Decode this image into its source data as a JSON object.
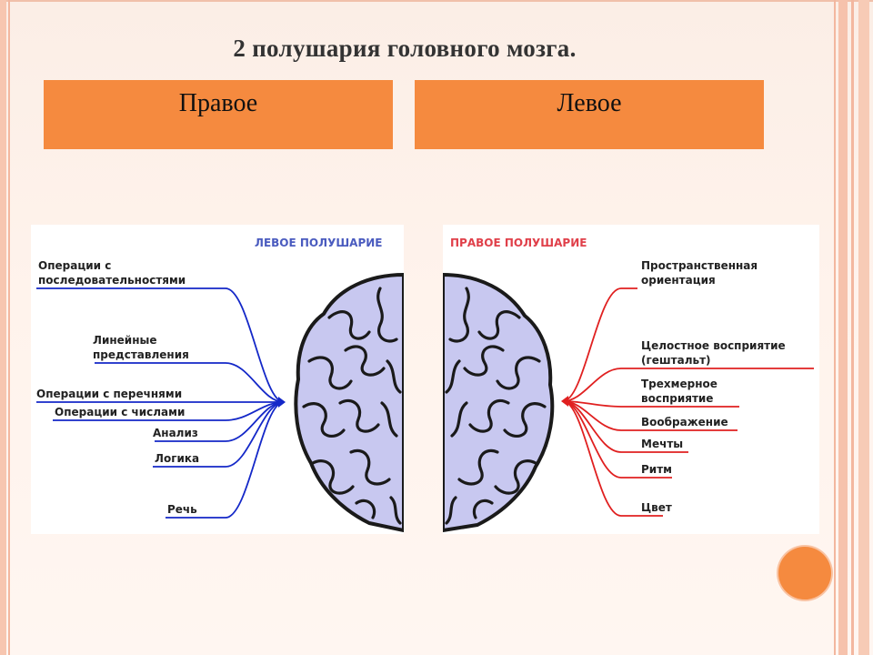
{
  "title": "2 полушария головного мозга.",
  "headers": {
    "right": "Правое",
    "left": "Левое"
  },
  "left_panel": {
    "title": "ЛЕВОЕ ПОЛУШАРИЕ",
    "title_color": "#4a5bbf",
    "line_color": "#1428c8",
    "labels": [
      [
        "Операции с",
        "последовательностями"
      ],
      [
        "Линейные",
        "представления"
      ],
      [
        "Операции с перечнями"
      ],
      [
        "Операции с числами"
      ],
      [
        "Анализ"
      ],
      [
        "Логика"
      ],
      [
        "Речь"
      ]
    ]
  },
  "right_panel": {
    "title": "ПРАВОЕ ПОЛУШАРИЕ",
    "title_color": "#e0404a",
    "line_color": "#e02020",
    "labels": [
      [
        "Пространственная",
        "ориентация"
      ],
      [
        "Целостное восприятие",
        "(гештальт)"
      ],
      [
        "Трехмерное",
        "восприятие"
      ],
      [
        "Воображение"
      ],
      [
        "Мечты"
      ],
      [
        "Ритм"
      ],
      [
        "Цвет"
      ]
    ]
  },
  "colors": {
    "accent": "#f58a3f",
    "brain_fill": "#c8c8f0",
    "brain_stroke": "#1a1a1a"
  }
}
